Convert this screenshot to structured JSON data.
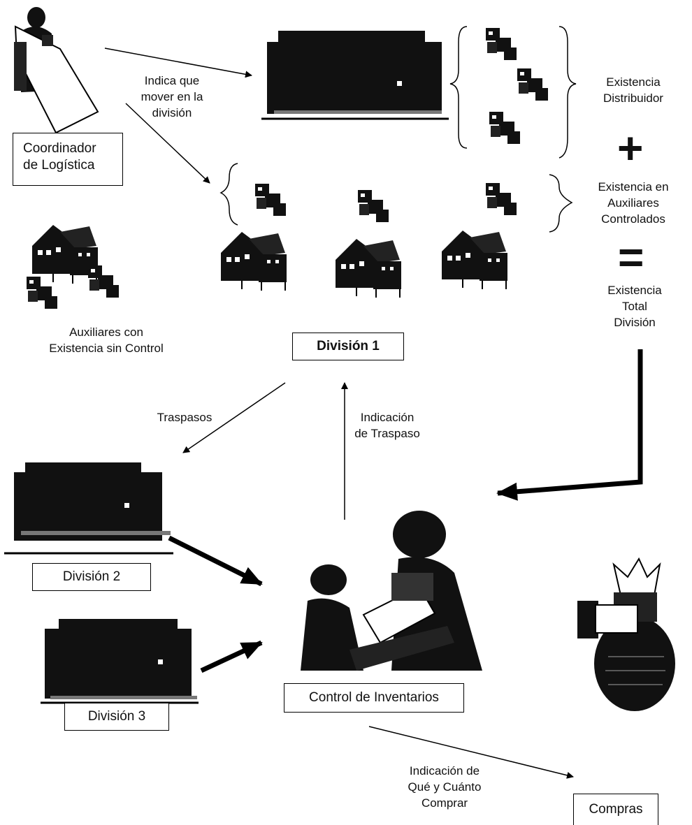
{
  "labels": {
    "coordinador": [
      "Coordinador",
      "de Logística"
    ],
    "indica": [
      "Indica que",
      "mover en la",
      "división"
    ],
    "existencia_distribuidor": [
      "Existencia",
      "Distribuidor"
    ],
    "plus": "+",
    "existencia_auxiliares": [
      "Existencia en",
      "Auxiliares",
      "Controlados"
    ],
    "equals": "=",
    "existencia_total": [
      "Existencia",
      "Total",
      "División"
    ],
    "auxiliares_sin_control": [
      "Auxiliares con",
      "Existencia sin Control"
    ],
    "division1": "División 1",
    "traspasos": "Traspasos",
    "indicacion_traspaso": [
      "Indicación",
      "de Traspaso"
    ],
    "division2": "División 2",
    "division3": "División 3",
    "control_inventarios": "Control de Inventarios",
    "indicacion_compra": [
      "Indicación de",
      "Qué y Cuánto",
      "Comprar"
    ],
    "compras": "Compras"
  },
  "icons": [
    "coordinator-person-icon",
    "warehouse-icon",
    "storage-box-icon",
    "house-icon",
    "office-workers-icon",
    "money-bag-icon"
  ]
}
